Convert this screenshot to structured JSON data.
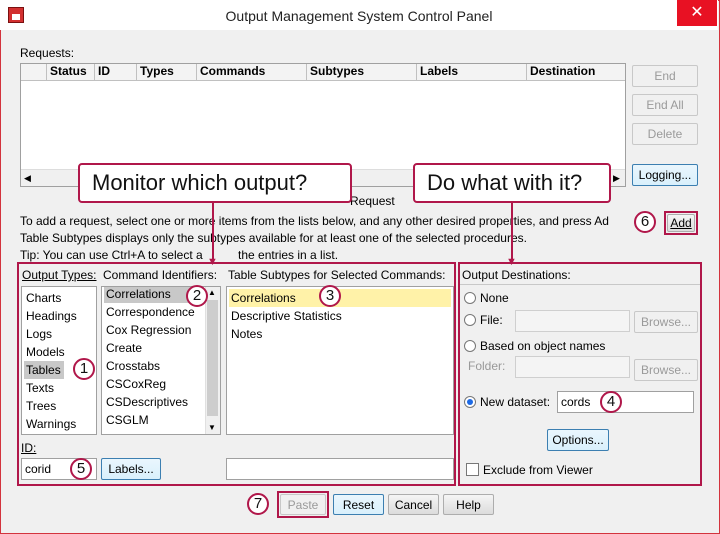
{
  "window": {
    "title": "Output Management System Control Panel",
    "close_glyph": "✕"
  },
  "requests": {
    "label": "Requests:",
    "columns": [
      "Status",
      "ID",
      "Types",
      "Commands",
      "Subtypes",
      "Labels",
      "Destination"
    ],
    "buttons": {
      "end": "End",
      "end_all": "End All",
      "delete": "Delete",
      "logging": "Logging..."
    },
    "request_caption": "Request"
  },
  "instructions": {
    "line1": "To add a request, select one or more items from the lists below, and any other desired properties, and press Ad",
    "line2": "Table Subtypes displays only the subtypes available for at least one of the selected procedures.",
    "line3_a": "Tip: You can use Ctrl+A to select a",
    "line3_b": "the entries in a list."
  },
  "add_button": "Add",
  "callouts": {
    "monitor": "Monitor which output?",
    "do_what": "Do what with it?"
  },
  "output_types": {
    "label": "Output Types:",
    "items": [
      "Charts",
      "Headings",
      "Logs",
      "Models",
      "Tables",
      "Texts",
      "Trees",
      "Warnings"
    ],
    "selected": "Tables"
  },
  "command_identifiers": {
    "label": "Command Identifiers:",
    "items": [
      "Correlations",
      "Correspondence",
      "Cox Regression",
      "Create",
      "Crosstabs",
      "CSCoxReg",
      "CSDescriptives",
      "CSGLM"
    ],
    "selected": "Correlations"
  },
  "table_subtypes": {
    "label": "Table Subtypes for Selected Commands:",
    "items": [
      "Correlations",
      "Descriptive Statistics",
      "Notes"
    ],
    "selected": "Correlations"
  },
  "id_field": {
    "label": "ID:",
    "value": "corid"
  },
  "labels_button": "Labels...",
  "output_destinations": {
    "label": "Output Destinations:",
    "none": "None",
    "file": "File:",
    "browse": "Browse...",
    "based_on": "Based on object names",
    "folder": "Folder:",
    "new_dataset": "New dataset:",
    "dataset_value": "cords",
    "options": "Options...",
    "exclude": "Exclude from Viewer"
  },
  "bottom_buttons": {
    "paste": "Paste",
    "reset": "Reset",
    "cancel": "Cancel",
    "help": "Help"
  },
  "markers": [
    "1",
    "2",
    "3",
    "4",
    "5",
    "6",
    "7"
  ],
  "colors": {
    "annotation": "#b0174a",
    "close": "#e81123",
    "selection": "#fff2a8"
  }
}
